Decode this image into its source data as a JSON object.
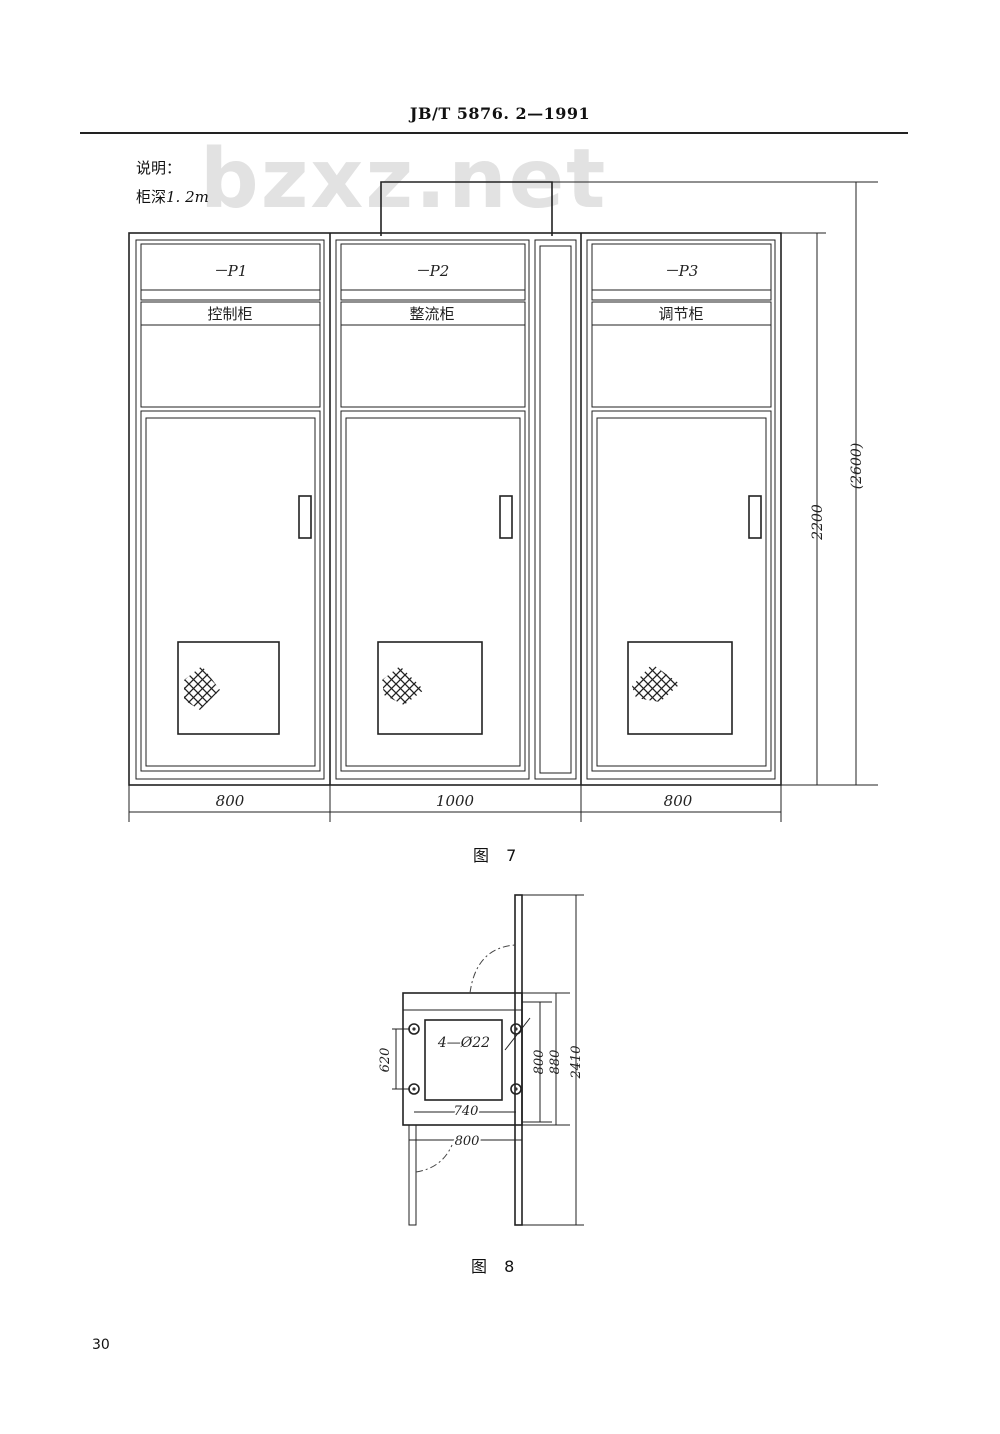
{
  "header": {
    "standard_code": "JB/T 5876. 2—1991"
  },
  "notes": {
    "label": "说明：",
    "depth_prefix": "柜深",
    "depth_value": "1. 2m"
  },
  "watermark": "bzxz.net",
  "figure7": {
    "cabinets": [
      {
        "code": "－P1",
        "name": "控制柜",
        "width": "800"
      },
      {
        "code": "－P2",
        "name": "整流柜",
        "width": "1000"
      },
      {
        "code": "－P3",
        "name": "调节柜",
        "width": "800"
      }
    ],
    "height": "2200",
    "total_height": "(2600)",
    "caption": "图 7"
  },
  "figure8": {
    "hole_label": "4—Ø22",
    "dim_620": "620",
    "dim_740": "740",
    "dim_800_h": "800",
    "dim_800_v": "800",
    "dim_880": "880",
    "dim_2410": "2410",
    "caption": "图 8"
  },
  "page_number": "30"
}
